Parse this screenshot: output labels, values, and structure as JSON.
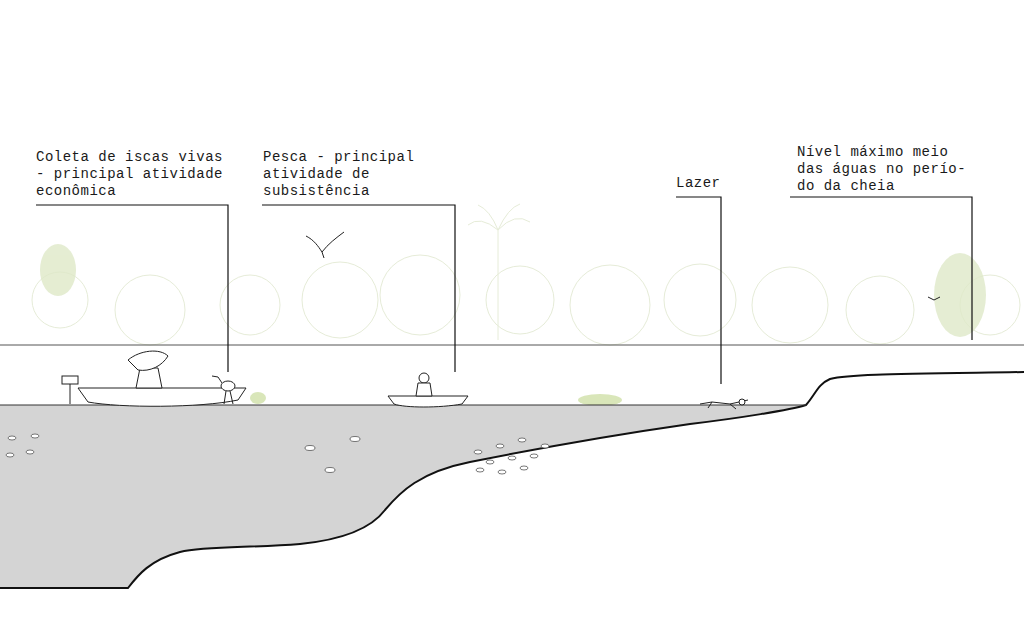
{
  "diagram": {
    "labels": [
      "Coleta de iscas vivas - principal atividade econômica",
      "Pesca - principal atividade de subsistência",
      "Lazer",
      "Nível máximo meio das águas no perío- do da cheia"
    ]
  }
}
